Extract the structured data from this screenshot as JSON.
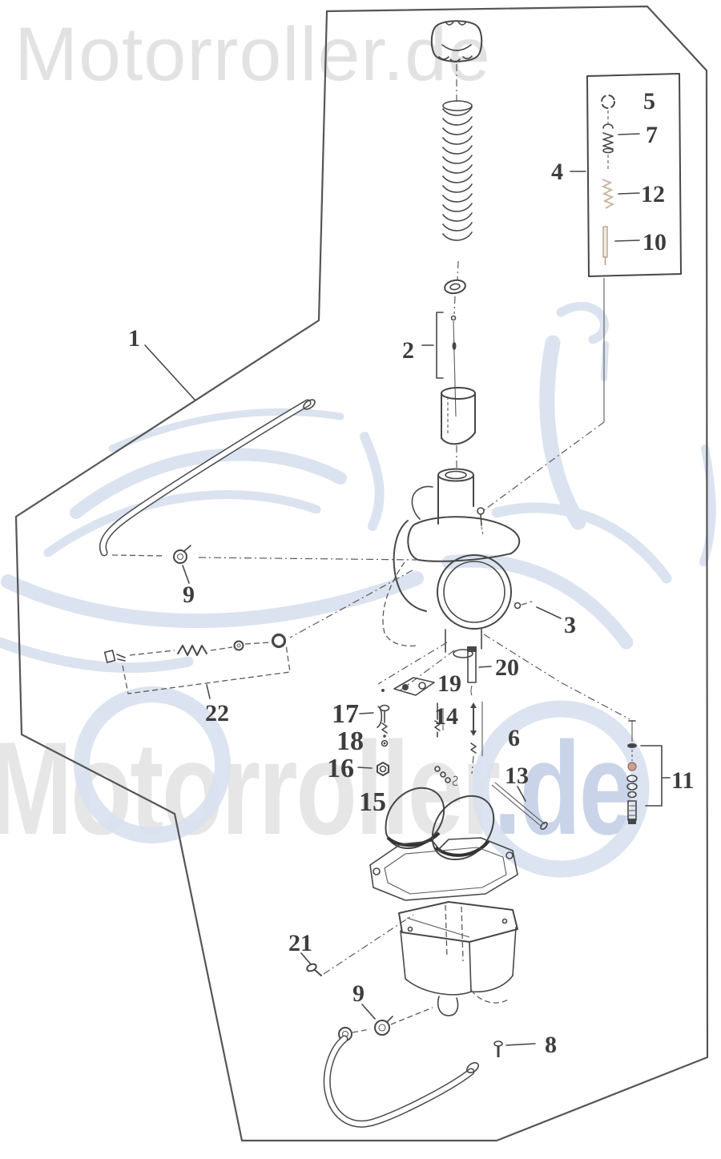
{
  "watermarks": {
    "top": "Motorroller.de",
    "giant_gray": "Motorroller",
    "giant_blue": ".de"
  },
  "parts": {
    "p1": "1",
    "p2": "2",
    "p3": "3",
    "p4": "4",
    "p5": "5",
    "p6": "6",
    "p7": "7",
    "p8": "8",
    "p9_hose_top": "9",
    "p9_hose_bottom": "9",
    "p10": "10",
    "p11": "11",
    "p12": "12",
    "p13": "13",
    "p14": "14",
    "p15": "15",
    "p16": "16",
    "p17": "17",
    "p18": "18",
    "p19": "19",
    "p20": "20",
    "p21": "21",
    "p22": "22"
  }
}
